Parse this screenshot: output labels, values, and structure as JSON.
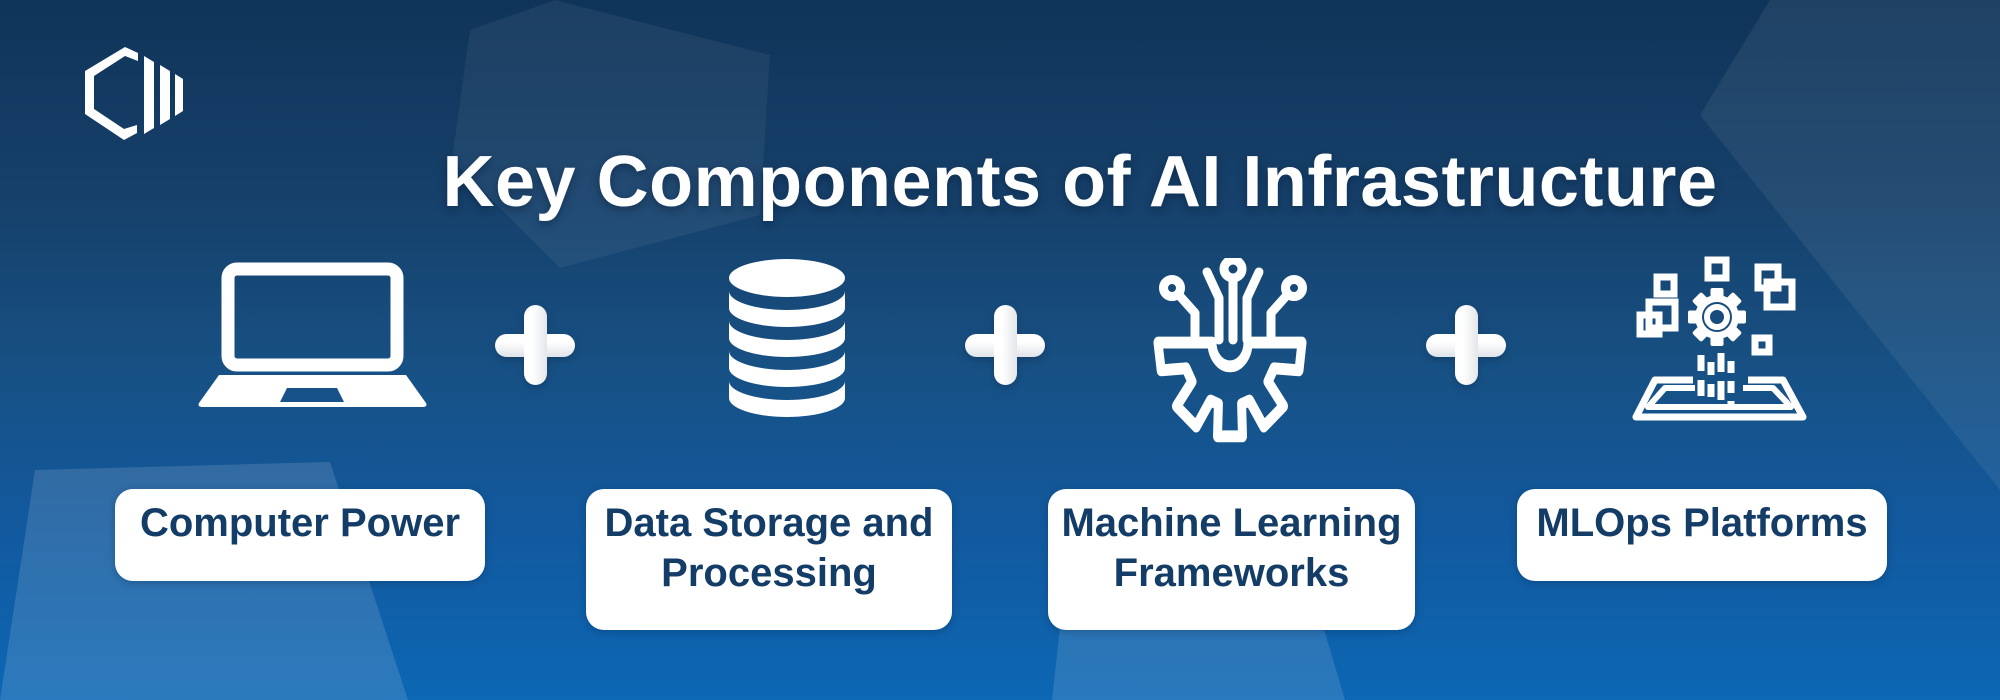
{
  "header": {
    "title": "Key Components of AI Infrastructure",
    "logo": "hexagon-bars-logo"
  },
  "components": [
    {
      "label": "Computer Power",
      "icon": "laptop-icon"
    },
    {
      "label": "Data Storage and Processing",
      "icon": "database-icon"
    },
    {
      "label": "Machine Learning Frameworks",
      "icon": "ml-gear-circuit-icon"
    },
    {
      "label": "MLOps Platforms",
      "icon": "mlops-platform-icon"
    }
  ],
  "separator": {
    "symbol": "+",
    "name": "plus-sign"
  },
  "colors": {
    "background_top": "#0f3459",
    "background_bottom": "#0c67b4",
    "card_background": "#ffffff",
    "card_text": "#133c66",
    "icon_white": "#ffffff"
  }
}
